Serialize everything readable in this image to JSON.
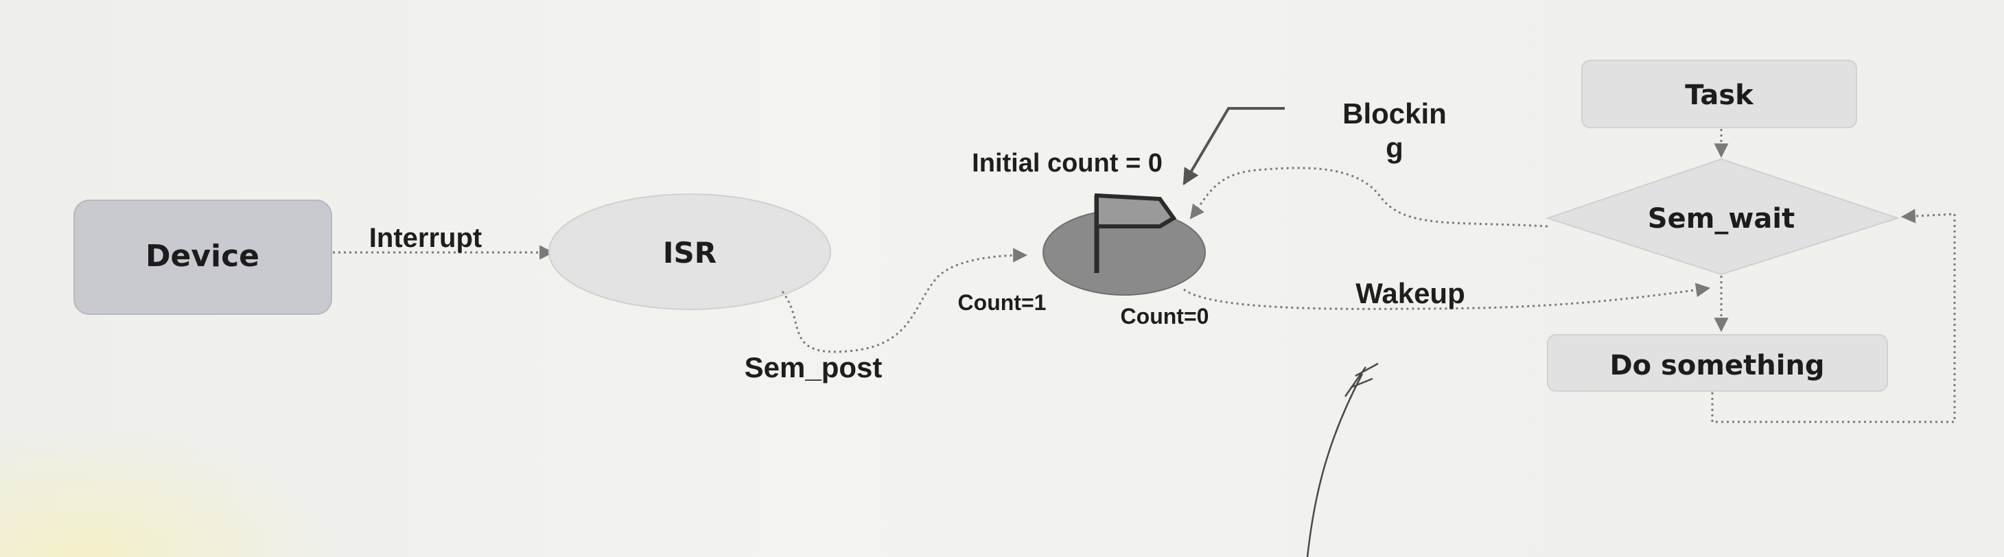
{
  "nodes": {
    "device": "Device",
    "isr": "ISR",
    "task": "Task",
    "sem_wait": "Sem_wait",
    "do_something": "Do something"
  },
  "labels": {
    "interrupt": "Interrupt",
    "sem_post": "Sem_post",
    "initial_count": "Initial count = 0",
    "count1": "Count=1",
    "count0": "Count=0",
    "blocking_line1": "Blockin",
    "blocking_line2": "g",
    "wakeup": "Wakeup"
  },
  "colors": {
    "device_fill": "#c9c9d0",
    "box_fill": "#e1e1e1",
    "semaphore_fill": "#8a8a8a",
    "arrow": "#7a7a7a",
    "ink": "#1e1e1e"
  }
}
